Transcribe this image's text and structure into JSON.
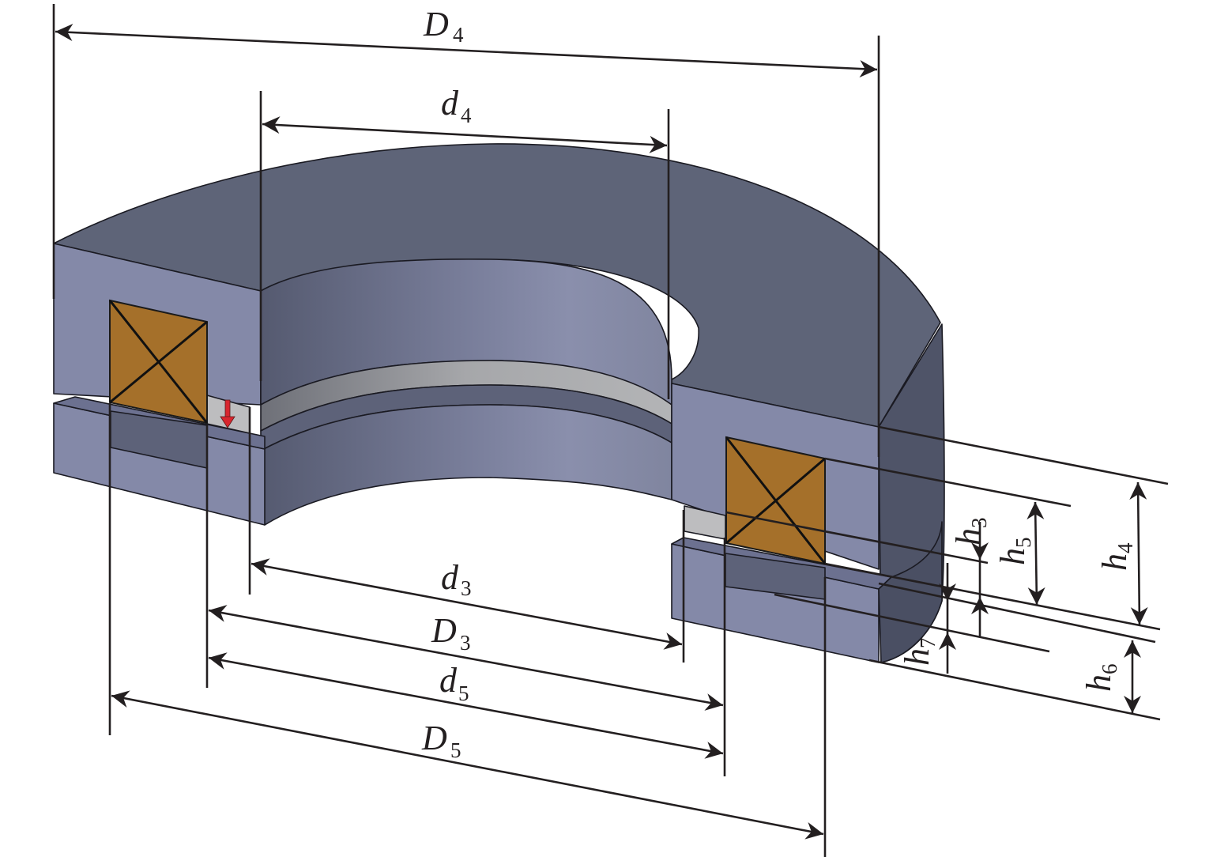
{
  "figure": {
    "title": "Annular electromagnet cross-section with dimensions",
    "colors": {
      "top_surface": "#5e6478",
      "front_face": "#8489a8",
      "side_face": "#4f5468",
      "bore_dark": "#575c72",
      "bore_light": "#8b90ac",
      "coil": "#a5702a",
      "gap_spacer": "#b9b9bb",
      "force_arrow": "#d8262e",
      "dimension_line": "#231f20"
    },
    "labels": {
      "D4": {
        "main": "D",
        "sub": "4"
      },
      "d4": {
        "main": "d",
        "sub": "4"
      },
      "d3": {
        "main": "d",
        "sub": "3"
      },
      "D3": {
        "main": "D",
        "sub": "3"
      },
      "d5": {
        "main": "d",
        "sub": "5"
      },
      "D5": {
        "main": "D",
        "sub": "5"
      },
      "h3": {
        "main": "h",
        "sub": "3"
      },
      "h4": {
        "main": "h",
        "sub": "4"
      },
      "h5": {
        "main": "h",
        "sub": "5"
      },
      "h6": {
        "main": "h",
        "sub": "6"
      },
      "h7": {
        "main": "h",
        "sub": "7"
      }
    },
    "icons": {
      "coil_symbol": "crossed-square-coil-icon",
      "force": "down-arrow-icon"
    }
  }
}
